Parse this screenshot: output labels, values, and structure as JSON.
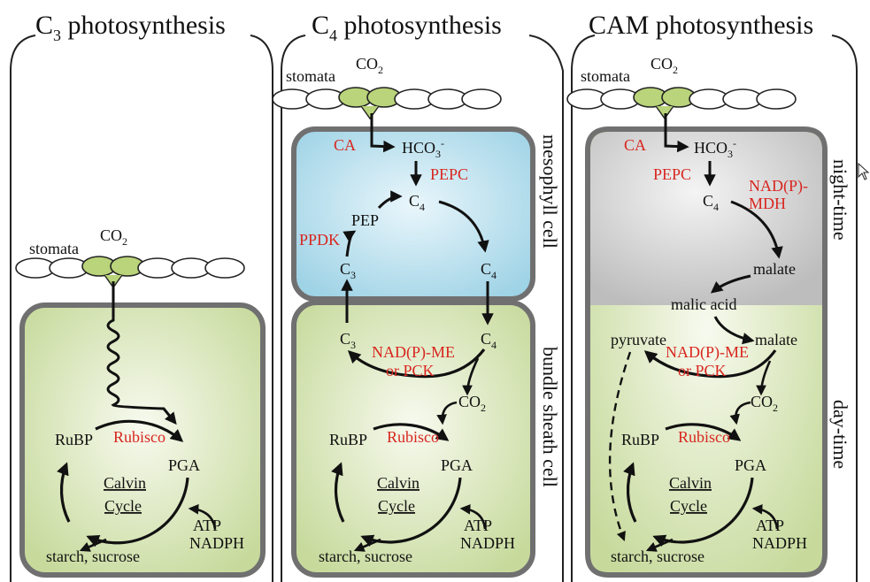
{
  "titles": {
    "c3": {
      "main": "C",
      "sub": "3",
      "rest": " photosynthesis"
    },
    "c4": {
      "main": "C",
      "sub": "4",
      "rest": " photosynthesis"
    },
    "cam": "CAM photosynthesis"
  },
  "common": {
    "stomata": "stomata",
    "co2_main": "CO",
    "co2_sub": "2",
    "rubp": "RuBP",
    "rubisco": "Rubisco",
    "pga": "PGA",
    "calvin": "Calvin",
    "cycle": "Cycle",
    "atp": "ATP",
    "nadph": "NADPH",
    "starch": "starch, sucrose"
  },
  "c4": {
    "ca": "CA",
    "hco3_main": "HCO",
    "hco3_sub": "3",
    "hco3_sup": "-",
    "pepc": "PEPC",
    "c": "C",
    "sub4": "4",
    "sub3": "3",
    "pep": "PEP",
    "ppdk": "PPDK",
    "me1": "NAD(P)-ME",
    "me2": "or PCK",
    "mesophyll": "mesophyll cell",
    "bundle": "bundle sheath cell"
  },
  "cam": {
    "ca": "CA",
    "pepc": "PEPC",
    "mdh1": "NAD(P)-",
    "mdh2": "MDH",
    "malate": "malate",
    "malic": "malic acid",
    "pyruvate": "pyruvate",
    "me1": "NAD(P)-ME",
    "me2": "or PCK",
    "night": "night-time",
    "day": "day-time"
  },
  "colors": {
    "green_cell": "#cfdfa8",
    "blue_cell": "#a9d8e8",
    "grey_cell": "#c8c8c8",
    "enzyme_red": "#d8261f"
  }
}
